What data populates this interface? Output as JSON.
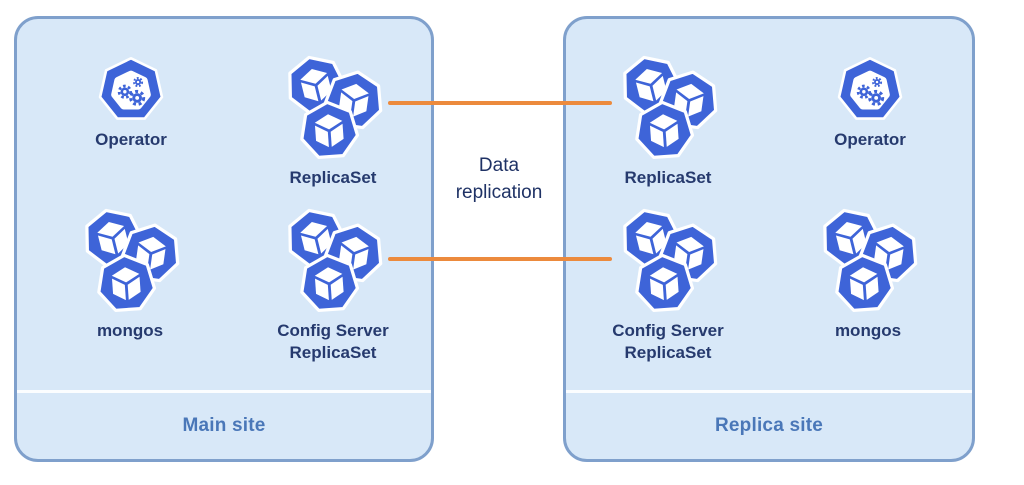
{
  "diagram": {
    "title_implicit": "MongoDB multi-site Kubernetes deployment",
    "connector": {
      "label": "Data\nreplication",
      "color": "#EC8A3D",
      "lines": [
        {
          "from": "main.replicaset",
          "to": "replica.replicaset"
        },
        {
          "from": "main.config-server-replicaset",
          "to": "replica.config-server-replicaset"
        }
      ]
    },
    "colors": {
      "site_fill": "#D8E8F8",
      "site_border": "#7FA0CC",
      "heptagon_blue": "#3E64D8",
      "node_label_navy": "#263A6E",
      "site_label_blue": "#4A77B8",
      "connector_orange": "#EC8A3D"
    },
    "sites": [
      {
        "id": "main-site",
        "label": "Main site",
        "nodes": [
          {
            "id": "operator",
            "label": "Operator",
            "icon": "kubernetes-operator-icon"
          },
          {
            "id": "replicaset",
            "label": "ReplicaSet",
            "icon": "kubernetes-pods-cluster-icon"
          },
          {
            "id": "mongos",
            "label": "mongos",
            "icon": "kubernetes-pods-cluster-icon"
          },
          {
            "id": "config-server-replicaset",
            "label": "Config Server\nReplicaSet",
            "icon": "kubernetes-pods-cluster-icon"
          }
        ]
      },
      {
        "id": "replica-site",
        "label": "Replica site",
        "nodes": [
          {
            "id": "replicaset",
            "label": "ReplicaSet",
            "icon": "kubernetes-pods-cluster-icon"
          },
          {
            "id": "operator",
            "label": "Operator",
            "icon": "kubernetes-operator-icon"
          },
          {
            "id": "config-server-replicaset",
            "label": "Config Server\nReplicaSet",
            "icon": "kubernetes-pods-cluster-icon"
          },
          {
            "id": "mongos",
            "label": "mongos",
            "icon": "kubernetes-pods-cluster-icon"
          }
        ]
      }
    ]
  }
}
